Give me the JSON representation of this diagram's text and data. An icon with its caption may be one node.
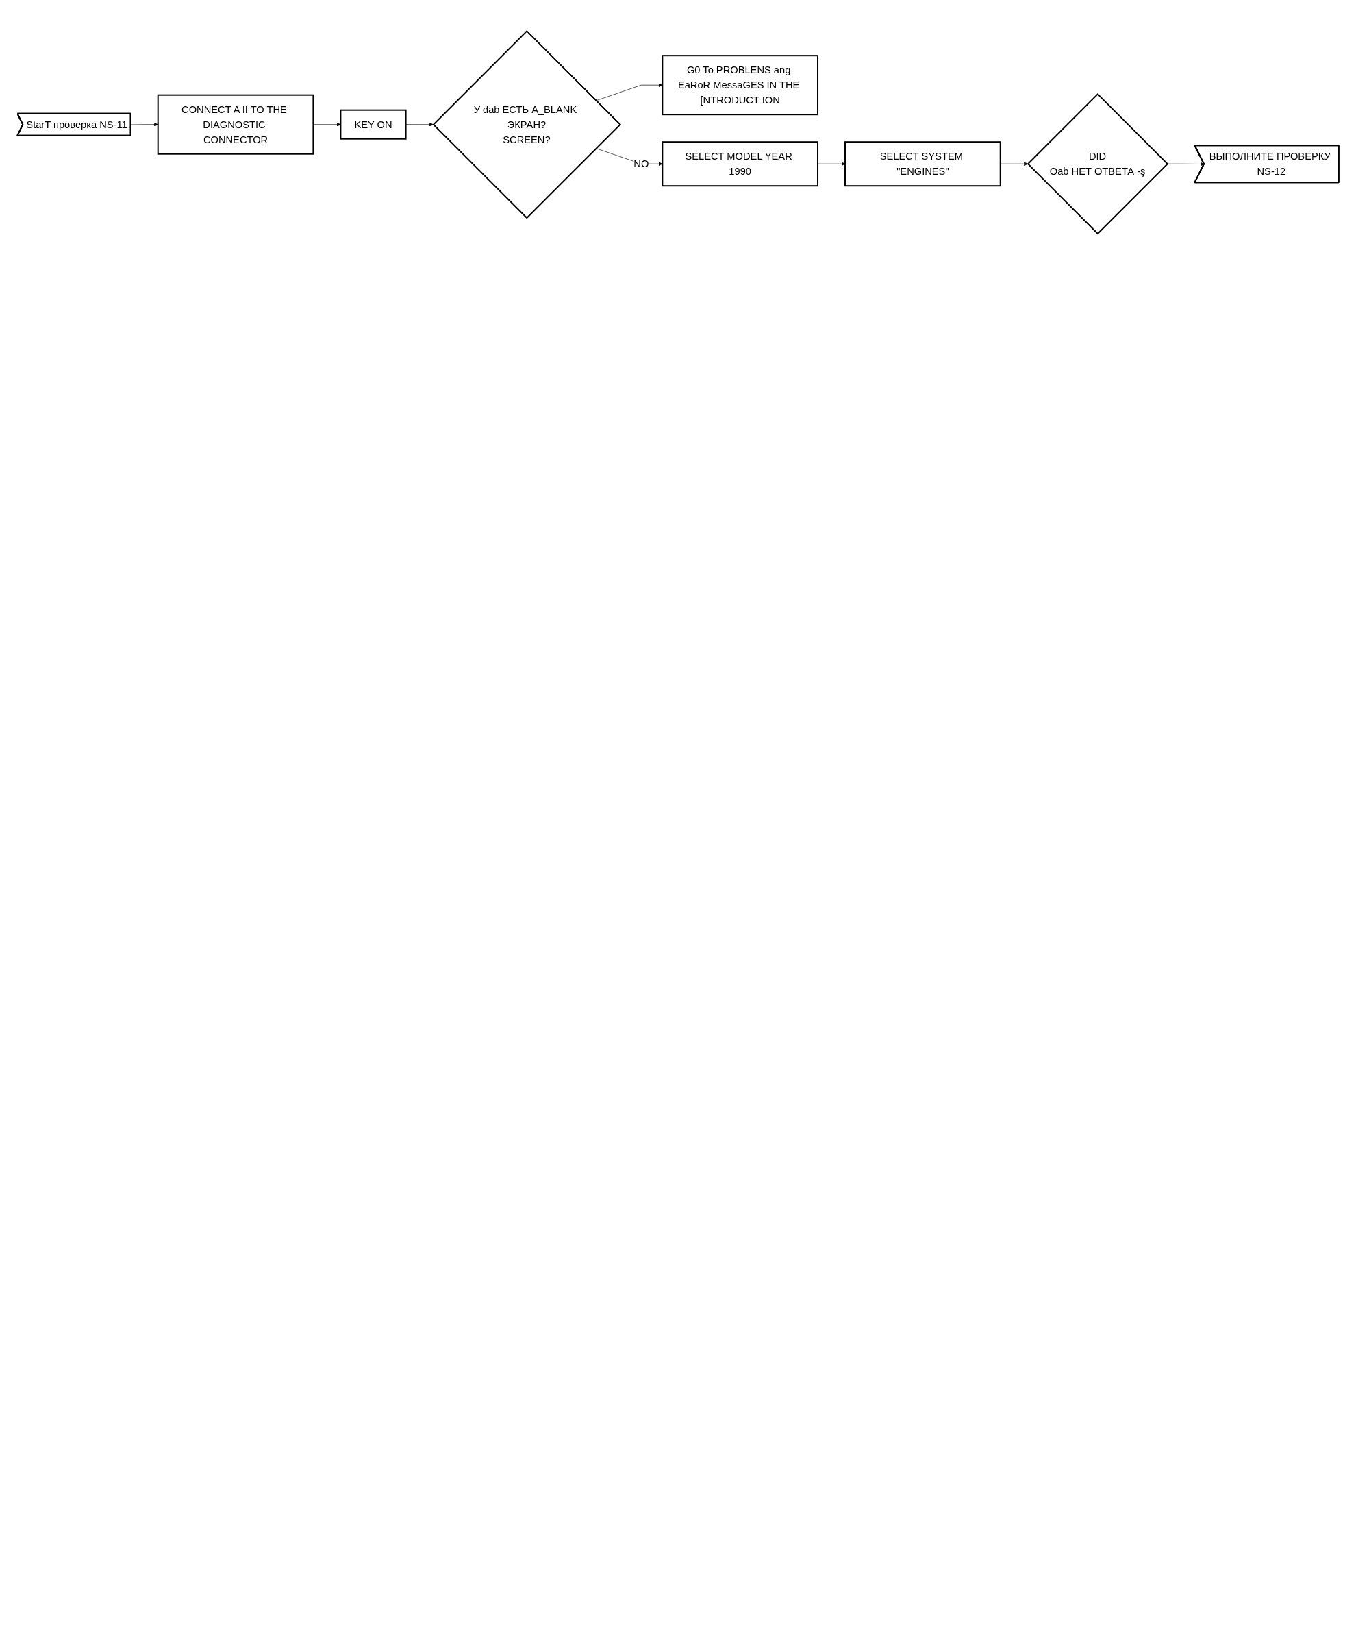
{
  "diagram": {
    "nodes": [
      {
        "text": [
          "StarT проверка NS-11"
        ]
      },
      {
        "text": [
          "CONNECT A II TO THE DIAGNOSTIC CONNECTOR"
        ]
      },
      {
        "text": [
          "KEY ON"
        ]
      },
      {
        "text": [
          "У dab ЕСТЬ A_BLANK ЭКРАН?",
          "SCREEN?"
        ]
      },
      {
        "text": [
          "G0 To PROBLENS ang EaRoR MessaGES IN THE [NTRODUCT ION"
        ]
      },
      {
        "text": [
          "SELECT MODEL YEAR 1990"
        ]
      },
      {
        "text": [
          "SELECT SYSTEM \"ENGINES\""
        ]
      },
      {
        "text": [
          "DID",
          "Oab НЕТ ОТВЕТА -ş"
        ]
      },
      {
        "text": [
          "ВЫПОЛНИТЕ ПРОВЕРКУ NS-12"
        ]
      }
    ],
    "edges": [
      {
        "from": 0,
        "to": 1,
        "arrow": "to"
      },
      {
        "from": 1,
        "to": 2,
        "arrow": "to"
      },
      {
        "from": 2,
        "to": 3,
        "arrow": "to"
      },
      {
        "from": 3,
        "to": 4,
        "arrow": "to"
      },
      {
        "from": 3,
        "to": 5,
        "arrow": "to",
        "label": "NO"
      },
      {
        "from": 5,
        "to": 6,
        "arrow": "to"
      },
      {
        "from": 6,
        "to": 7,
        "arrow": "to"
      },
      {
        "from": 7,
        "to": 8,
        "arrow": "to"
      }
    ]
  }
}
